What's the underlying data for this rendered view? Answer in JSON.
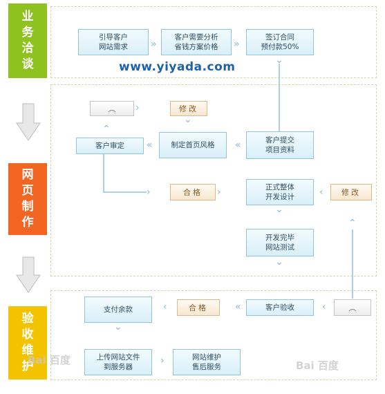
{
  "stages": [
    {
      "label": "业务洽谈",
      "color": "#8dc21f"
    },
    {
      "label": "网页制作",
      "color": "#f26522"
    },
    {
      "label": "验收维护",
      "color": "#f4c300"
    }
  ],
  "url": "www.yiyada.com",
  "nodes": {
    "guide": [
      "引导客户",
      "网站需求"
    ],
    "analyze": [
      "客户需要分析",
      "省钱方案价格"
    ],
    "contract": [
      "签订合同",
      "预付款50%"
    ],
    "submit": [
      "客户提交",
      "项目资料"
    ],
    "homepage": [
      "制定首页风格"
    ],
    "review": [
      "客户审定"
    ],
    "develop": [
      "正式整体",
      "开发设计"
    ],
    "test": [
      "开发完毕",
      "网站测试"
    ],
    "accept": [
      "客户验收"
    ],
    "pay": [
      "支付余款"
    ],
    "upload": [
      "上传网站文件",
      "到服务器"
    ],
    "maintain": [
      "网站维护",
      "售后服务"
    ]
  },
  "labels": {
    "modify": "修改",
    "pass": "合格",
    "face": "︵"
  },
  "watermark": "Bai 百度"
}
